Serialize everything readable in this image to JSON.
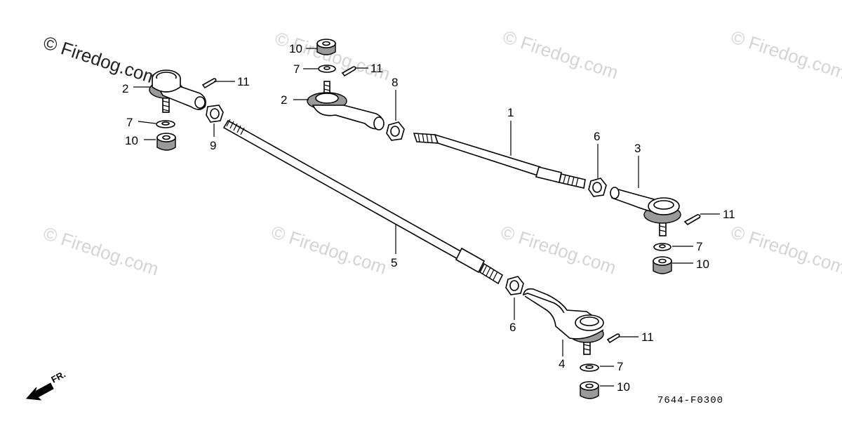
{
  "diagram": {
    "watermarks": [
      "© Firedog.com",
      "© Firedog.com",
      "© Firedog.com",
      "© Firedog.com",
      "© Firedog.com",
      "© Firedog.com",
      "© Firedog.com",
      "© Firedog.com"
    ],
    "callouts": {
      "c1": "1",
      "c2a": "2",
      "c2b": "2",
      "c3": "3",
      "c4": "4",
      "c5": "5",
      "c6a": "6",
      "c6b": "6",
      "c7a": "7",
      "c7b": "7",
      "c7c": "7",
      "c7d": "7",
      "c8": "8",
      "c9": "9",
      "c10a": "10",
      "c10b": "10",
      "c10c": "10",
      "c10d": "10",
      "c11a": "11",
      "c11b": "11",
      "c11c": "11",
      "c11d": "11"
    },
    "front_indicator": "FR.",
    "diagram_code": "7644-F0300"
  }
}
